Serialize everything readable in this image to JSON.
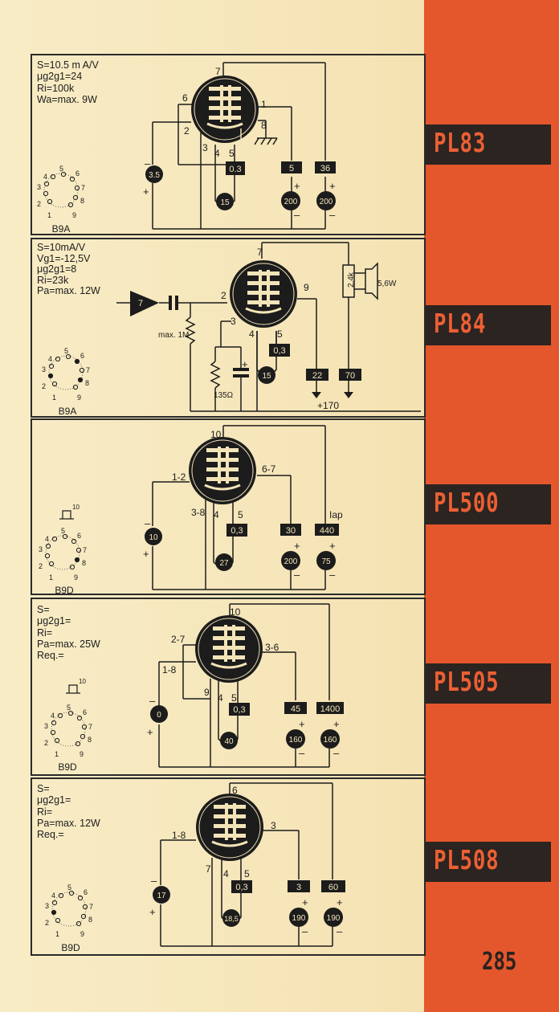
{
  "page_number": "285",
  "tubes": [
    {
      "name": "PL83",
      "specs": [
        "S=10.5 m A/V",
        "μg2g1=24",
        "Ri=100k",
        "Wa=max. 9W"
      ],
      "base": "B9A",
      "pins": {
        "anode": "7",
        "g2": "6",
        "g1": "2",
        "k": "3",
        "f1": "4",
        "f2": "5",
        "p1": "1",
        "p8": "8"
      },
      "grid_bias": "3.5",
      "heater_current": "0.3",
      "heater_voltage": "15",
      "screen_current": "5",
      "anode_current": "36",
      "screen_voltage": "200",
      "anode_voltage": "200"
    },
    {
      "name": "PL84",
      "specs": [
        "S=10mA/V",
        "Vg1=-12,5V",
        "μg2g1=8",
        "Ri=23k",
        "Pa=max. 12W"
      ],
      "base": "B9A",
      "pins": {
        "anode": "7",
        "grid": "2",
        "k": "3",
        "f1": "4",
        "f2": "5",
        "g2": "9"
      },
      "driver": "7",
      "grid_res": "max. 1M",
      "cathode_res": "135Ω",
      "heater_current": "0,3",
      "heater_voltage": "15",
      "screen_current": "22",
      "anode_current": "70",
      "supply": "+170",
      "load": "2,4k",
      "speaker": "5,6W"
    },
    {
      "name": "PL500",
      "base": "B9D",
      "cap_pin": "10",
      "pins": {
        "anode": "10",
        "g1": "1-2",
        "g2": "6-7",
        "k": "3-8",
        "f1": "4",
        "f2": "5"
      },
      "grid_bias": "10",
      "heater_current": "0,3",
      "heater_voltage": "27",
      "screen_current": "30",
      "anode_current": "440",
      "anode_label": "Iap",
      "screen_voltage": "200",
      "anode_voltage": "75"
    },
    {
      "name": "PL505",
      "specs": [
        "S=",
        "μg2g1=",
        "Ri=",
        "Pa=max. 25W",
        "Req.="
      ],
      "base": "B9D",
      "cap_pin": "10",
      "pins": {
        "anode": "10",
        "a2": "2-7",
        "g2": "3-6",
        "g1": "1-8",
        "k": "9",
        "f1": "4",
        "f2": "5"
      },
      "grid_bias": "0",
      "heater_current": "0,3",
      "heater_voltage": "40",
      "screen_current": "45",
      "anode_current": "1400",
      "screen_voltage": "160",
      "anode_voltage": "160"
    },
    {
      "name": "PL508",
      "specs": [
        "S=",
        "μg2g1=",
        "Ri=",
        "Pa=max. 12W",
        "Req.="
      ],
      "base": "B9D",
      "pins": {
        "anode": "6",
        "g1": "1-8",
        "g2": "3",
        "k": "7",
        "f1": "4",
        "f2": "5",
        "p1": "1",
        "p9": "9"
      },
      "grid_bias": "17",
      "heater_current": "0,3",
      "heater_voltage": "18,5",
      "screen_current": "3",
      "anode_current": "60",
      "screen_voltage": "190",
      "anode_voltage": "190"
    }
  ]
}
